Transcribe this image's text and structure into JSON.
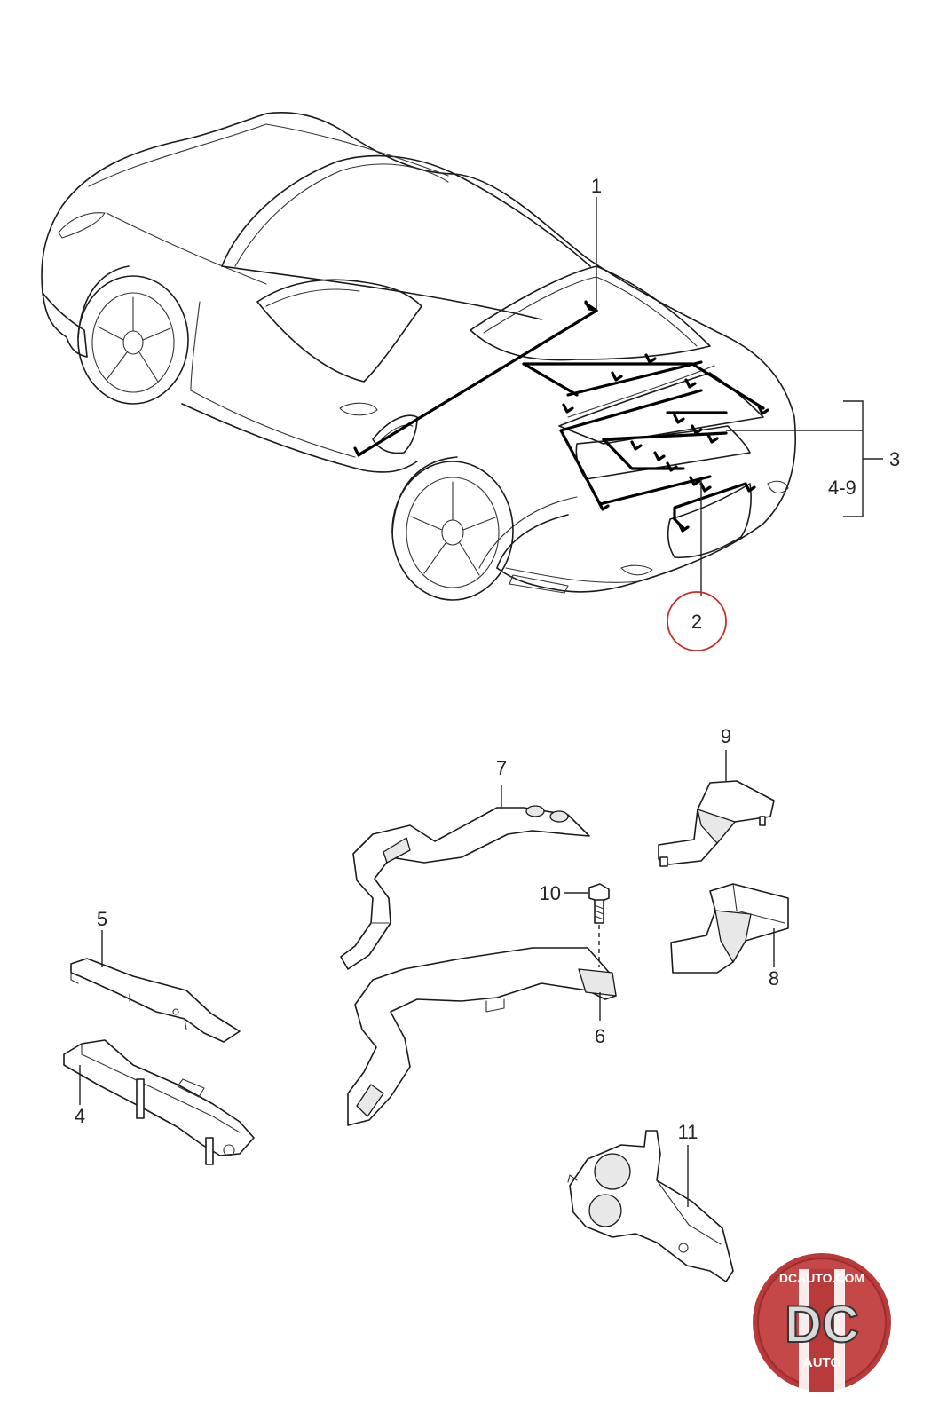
{
  "callouts": {
    "c1": "1",
    "c2": "2",
    "c3": "3",
    "range": "4-9",
    "c4": "4",
    "c5": "5",
    "c6": "6",
    "c7": "7",
    "c8": "8",
    "c9": "9",
    "c10": "10",
    "c11": "11"
  },
  "highlight": {
    "callout": "2",
    "ring_color": "#cc2b2b"
  },
  "logo": {
    "text_top": "DCAUTO.COM",
    "monogram": "DC",
    "text_bottom": "AUTO",
    "primary_color": "#b83a3a",
    "accent_color": "#ffffff"
  }
}
